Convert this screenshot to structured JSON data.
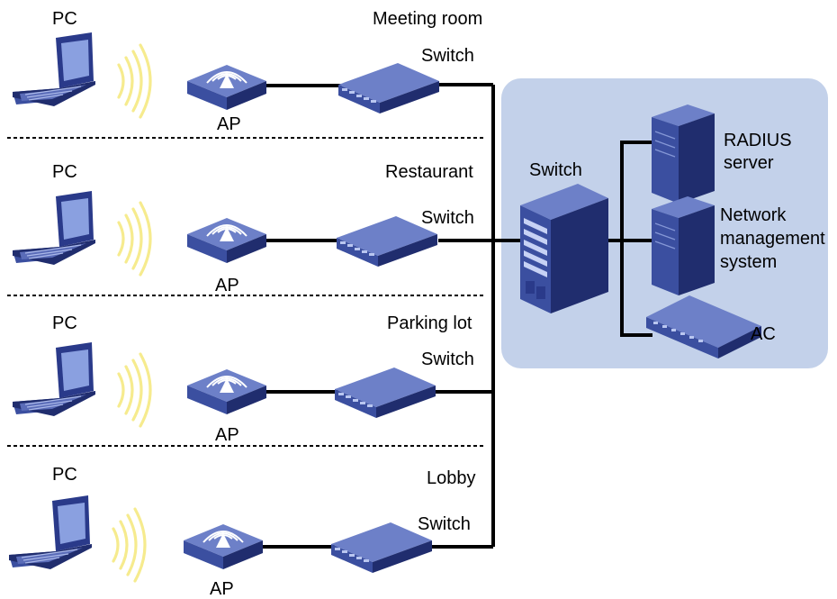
{
  "zones": [
    {
      "name": "Meeting room",
      "pc_label": "PC",
      "ap_label": "AP",
      "switch_label": "Switch"
    },
    {
      "name": "Restaurant",
      "pc_label": "PC",
      "ap_label": "AP",
      "switch_label": "Switch"
    },
    {
      "name": "Parking lot",
      "pc_label": "PC",
      "ap_label": "AP",
      "switch_label": "Switch"
    },
    {
      "name": "Lobby",
      "pc_label": "PC",
      "ap_label": "AP",
      "switch_label": "Switch"
    }
  ],
  "core": {
    "switch_label": "Switch",
    "radius_label_1": "RADIUS",
    "radius_label_2": "server",
    "nms_label_1": "Network",
    "nms_label_2": "management",
    "nms_label_3": "system",
    "ac_label": "AC"
  },
  "colors": {
    "device_blue": "#3b4fa0",
    "device_top": "#6d80c8",
    "device_dark": "#202d6e",
    "panel_fill": "#c3d1ea",
    "wifi_wave": "#f6eb8e",
    "line": "#000000"
  }
}
